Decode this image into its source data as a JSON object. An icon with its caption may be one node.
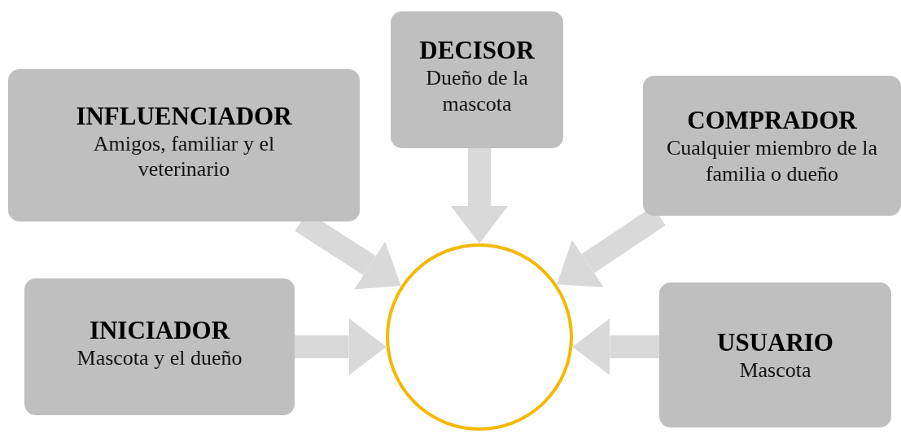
{
  "diagram": {
    "nodes": [
      {
        "text": [
          "INFLUENCIADOR",
          "Amigos, familiar y el veterinario"
        ]
      },
      {
        "text": [
          "DECISOR",
          "Dueño de la mascota"
        ]
      },
      {
        "text": [
          "COMPRADOR",
          "Cualquier miembro de la familia o dueño"
        ]
      },
      {
        "text": [
          "INICIADOR",
          "Mascota y el dueño"
        ]
      },
      {
        "text": [],
        "shape": "circle"
      },
      {
        "text": [
          "USUARIO",
          "Mascota"
        ]
      }
    ],
    "edges": [
      {
        "from": 0,
        "to": 4,
        "arrow": "to"
      },
      {
        "from": 1,
        "to": 4,
        "arrow": "to"
      },
      {
        "from": 2,
        "to": 4,
        "arrow": "to"
      },
      {
        "from": 3,
        "to": 4,
        "arrow": "to"
      },
      {
        "from": 5,
        "to": 4,
        "arrow": "to"
      }
    ]
  }
}
